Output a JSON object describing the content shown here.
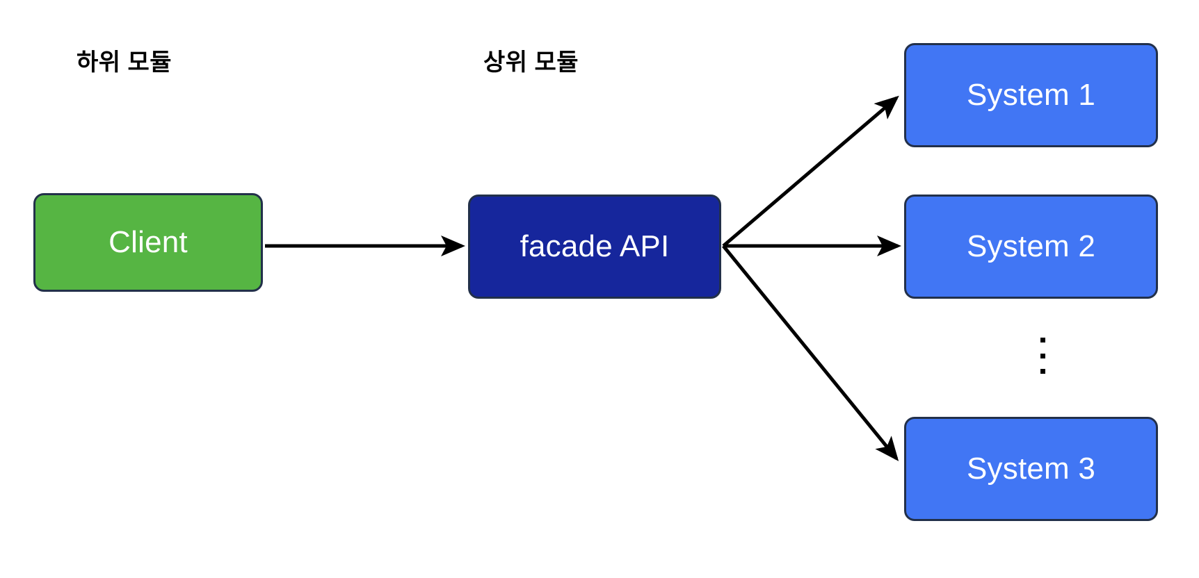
{
  "diagram": {
    "title": "Facade pattern diagram",
    "background": "#ffffff",
    "group_labels": [
      {
        "name": "lower-module",
        "text": "하위 모듈"
      },
      {
        "name": "upper-module",
        "text": "상위 모듈"
      }
    ],
    "nodes": [
      {
        "id": "client",
        "label": "Client",
        "fill": "#56b543",
        "border": "#22304a",
        "text_color": "#ffffff"
      },
      {
        "id": "facade",
        "label": "facade API",
        "fill": "#16269c",
        "border": "#22304a",
        "text_color": "#ffffff"
      },
      {
        "id": "system1",
        "label": "System 1",
        "fill": "#4176f4",
        "border": "#22304a",
        "text_color": "#ffffff"
      },
      {
        "id": "system2",
        "label": "System 2",
        "fill": "#4176f4",
        "border": "#22304a",
        "text_color": "#ffffff"
      },
      {
        "id": "system3",
        "label": "System 3",
        "fill": "#4176f4",
        "border": "#22304a",
        "text_color": "#ffffff"
      }
    ],
    "edges": [
      {
        "id": "client-to-facade",
        "from": "client",
        "to": "facade",
        "style": "solid-arrow",
        "color": "#000000"
      },
      {
        "id": "facade-to-system1",
        "from": "facade",
        "to": "system1",
        "style": "solid-arrow",
        "color": "#000000"
      },
      {
        "id": "facade-to-system2",
        "from": "facade",
        "to": "system2",
        "style": "solid-arrow",
        "color": "#000000"
      },
      {
        "id": "facade-to-system3",
        "from": "facade",
        "to": "system3",
        "style": "solid-arrow",
        "color": "#000000"
      }
    ],
    "ellipsis": {
      "name": "vertical-ellipsis",
      "glyph": "⋮",
      "dots": 3,
      "color": "#000000"
    }
  }
}
